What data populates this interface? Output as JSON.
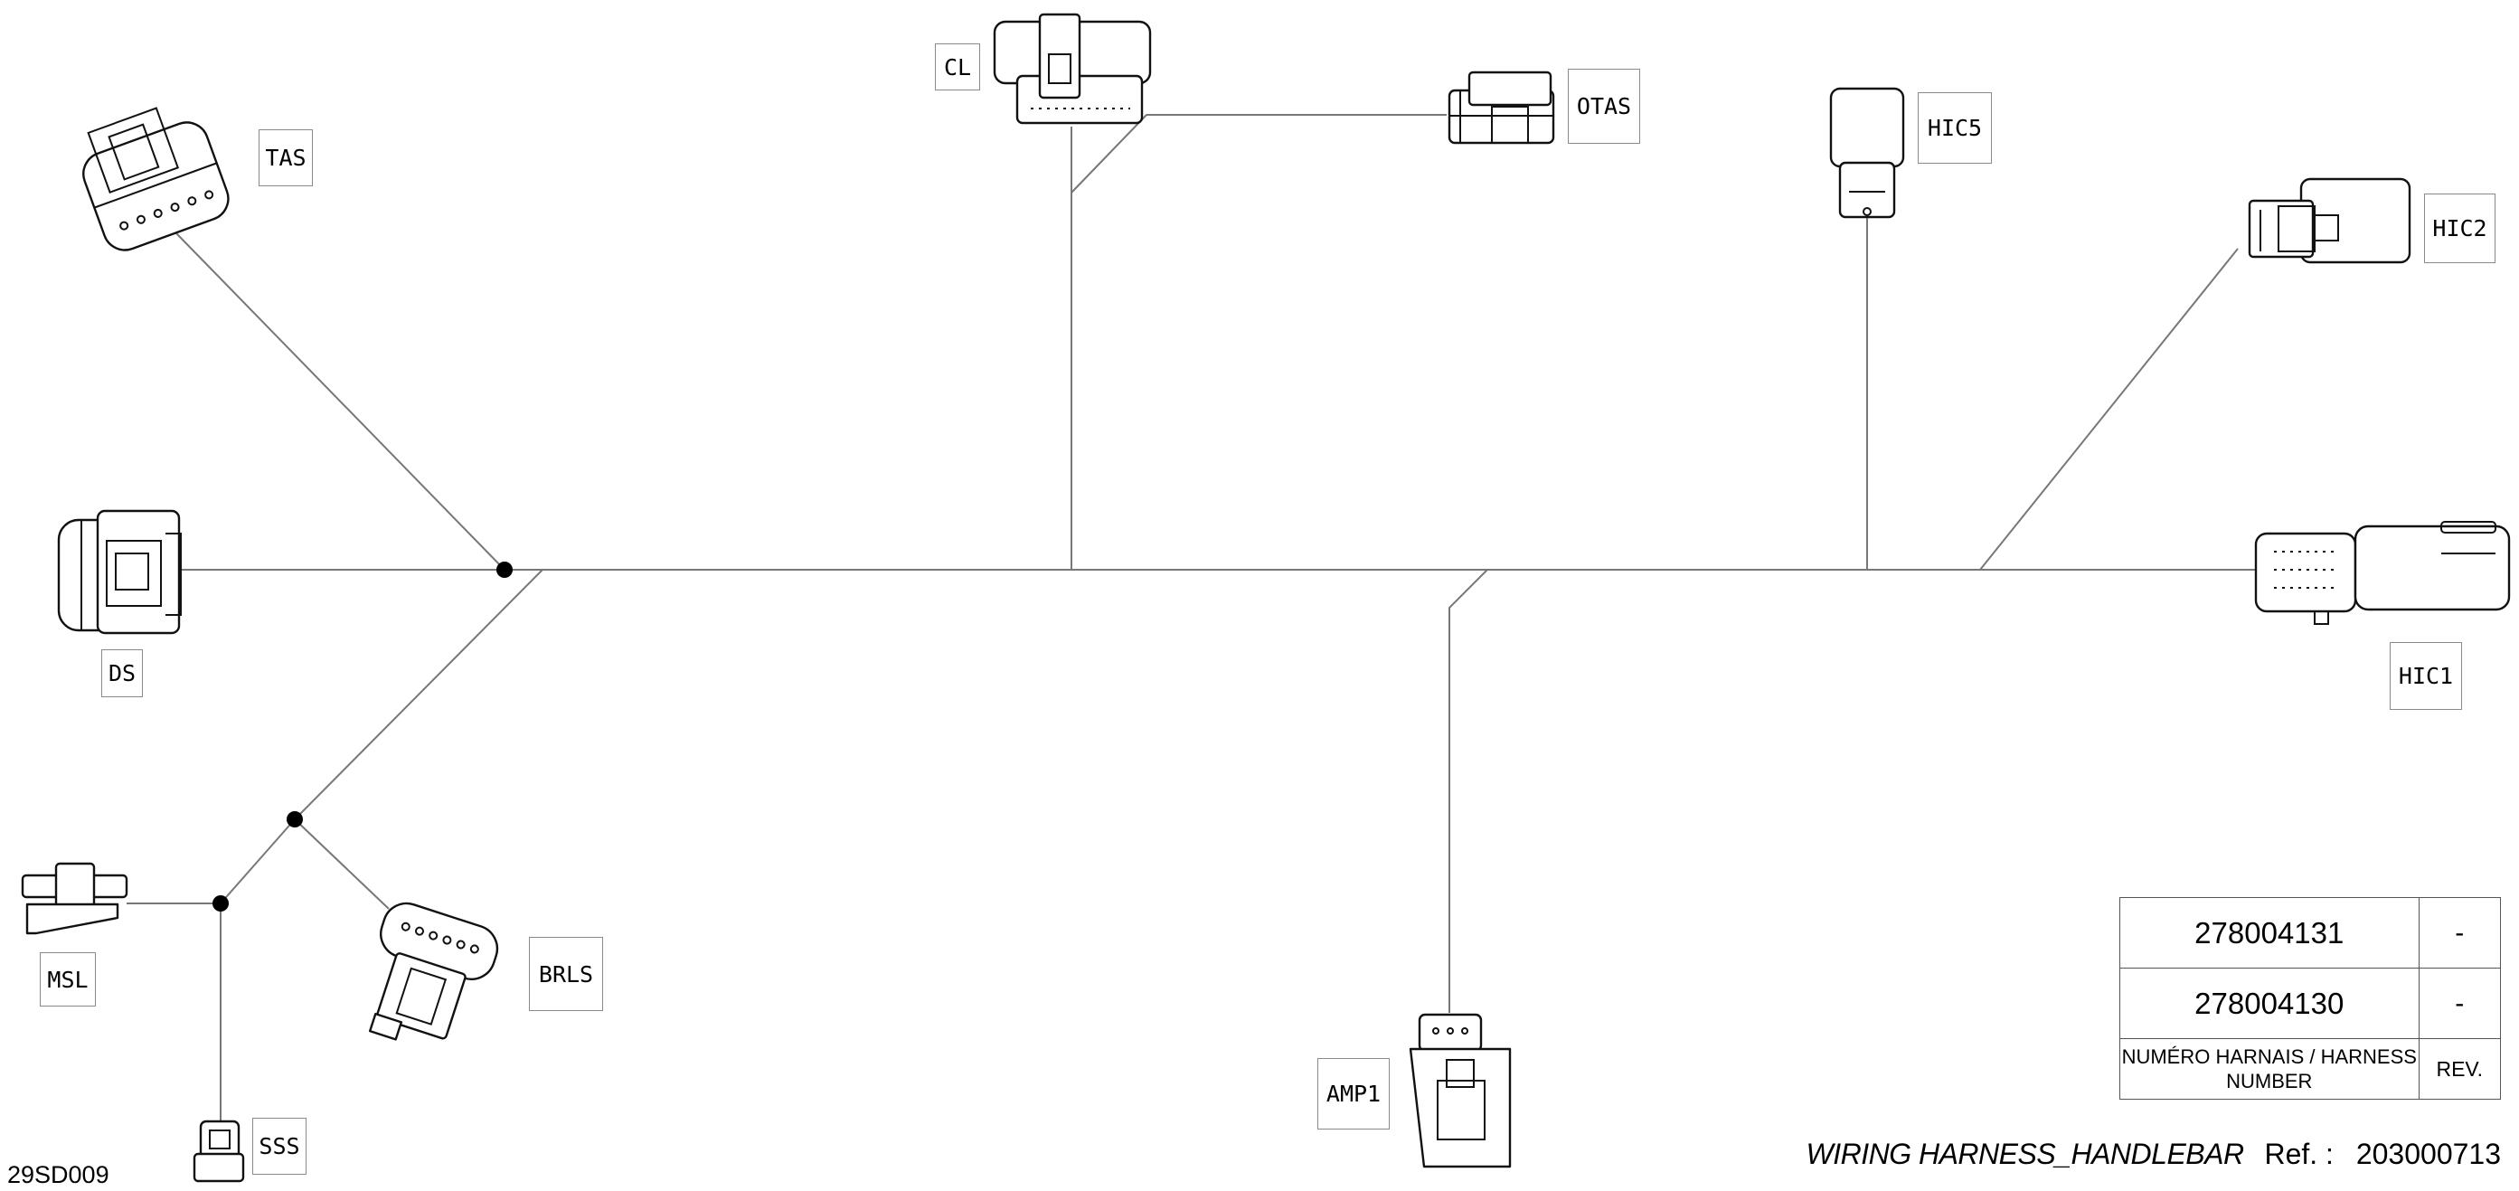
{
  "connectors": [
    {
      "id": "tas",
      "label": "TAS"
    },
    {
      "id": "cl",
      "label": "CL"
    },
    {
      "id": "otas",
      "label": "OTAS"
    },
    {
      "id": "hic5",
      "label": "HIC5"
    },
    {
      "id": "hic2",
      "label": "HIC2"
    },
    {
      "id": "ds",
      "label": "DS"
    },
    {
      "id": "hic1",
      "label": "HIC1"
    },
    {
      "id": "msl",
      "label": "MSL"
    },
    {
      "id": "brls",
      "label": "BRLS"
    },
    {
      "id": "sss",
      "label": "SSS"
    },
    {
      "id": "amp1",
      "label": "AMP1"
    }
  ],
  "revision_table": {
    "rows": [
      {
        "part_number": "278004131",
        "rev": "-"
      },
      {
        "part_number": "278004130",
        "rev": "-"
      }
    ],
    "header_part": "NUMÉRO HARNAIS / HARNESS NUMBER",
    "header_rev": "REV."
  },
  "drawing_id": "29SD009",
  "footer": {
    "title": "WIRING HARNESS_HANDLEBAR",
    "ref_label": "Ref. :",
    "ref_value": "203000713"
  }
}
